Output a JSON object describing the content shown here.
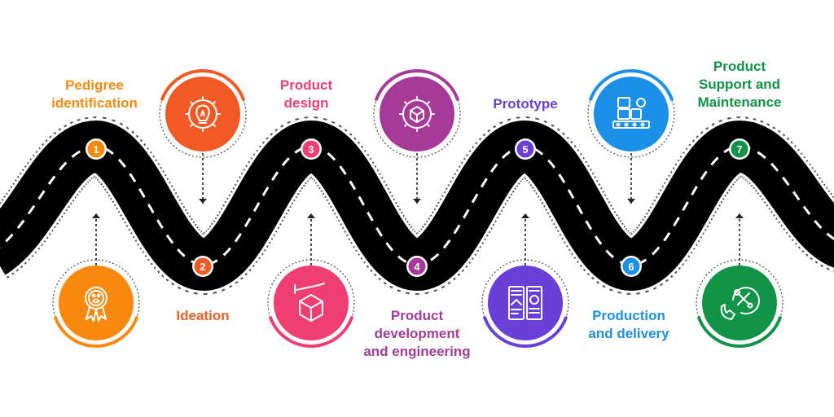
{
  "steps": [
    {
      "number": "1",
      "lines": [
        "Pedigree",
        "identification"
      ],
      "color": "#f7890f",
      "icon": "award-badge-icon",
      "position": "bottom"
    },
    {
      "number": "2",
      "lines": [
        "Ideation"
      ],
      "color": "#f15a24",
      "icon": "lightbulb-gear-icon",
      "position": "top"
    },
    {
      "number": "3",
      "lines": [
        "Product",
        "design"
      ],
      "color": "#ef3e72",
      "icon": "box-design-icon",
      "position": "bottom"
    },
    {
      "number": "4",
      "lines": [
        "Product",
        "development",
        "and engineering"
      ],
      "color": "#a53a99",
      "icon": "cube-gear-icon",
      "position": "top"
    },
    {
      "number": "5",
      "lines": [
        "Prototype"
      ],
      "color": "#6a3fd8",
      "icon": "wireframe-icon",
      "position": "bottom"
    },
    {
      "number": "6",
      "lines": [
        "Production",
        "and delivery"
      ],
      "color": "#1c8fe6",
      "icon": "conveyor-icon",
      "position": "top"
    },
    {
      "number": "7",
      "lines": [
        "Product",
        "Support and",
        "Maintenance"
      ],
      "color": "#119447",
      "icon": "support-tools-icon",
      "position": "bottom"
    }
  ]
}
